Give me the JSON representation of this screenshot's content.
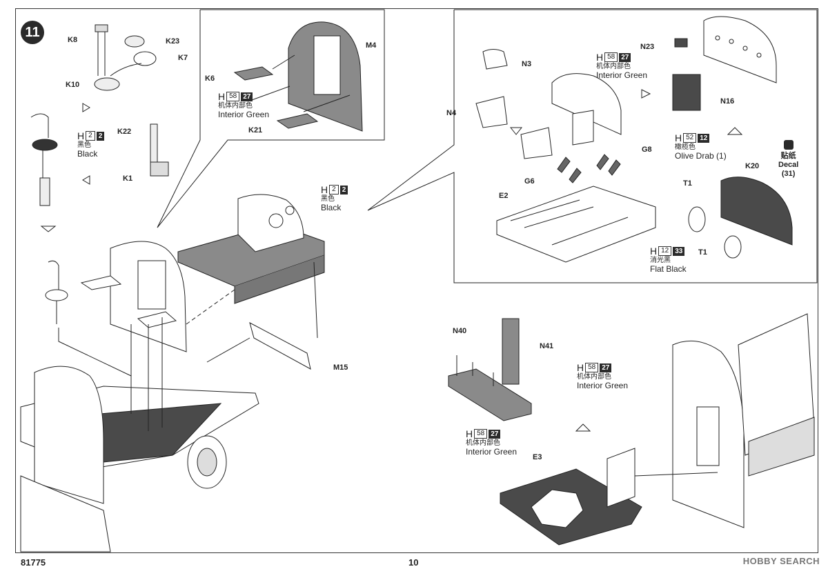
{
  "step_number": "11",
  "footer": {
    "code": "81775",
    "page": "10"
  },
  "watermark": "HOBBY SEARCH",
  "labels": {
    "K8": "K8",
    "K23": "K23",
    "K7": "K7",
    "K10": "K10",
    "K22": "K22",
    "K1": "K1",
    "K6": "K6",
    "M4": "M4",
    "K21": "K21",
    "M15": "M15",
    "N3": "N3",
    "N4": "N4",
    "N23": "N23",
    "N16": "N16",
    "G8": "G8",
    "G6": "G6",
    "E2": "E2",
    "T1a": "T1",
    "T1b": "T1",
    "K20": "K20",
    "N40": "N40",
    "N41": "N41",
    "E3": "E3"
  },
  "paints": {
    "black1": {
      "h": "H",
      "code": "2",
      "num": "2",
      "cn": "黑色",
      "en": "Black"
    },
    "black2": {
      "h": "H",
      "code": "2",
      "num": "2",
      "cn": "黑色",
      "en": "Black"
    },
    "green_top": {
      "h": "H",
      "code": "58",
      "num": "27",
      "cn": "机体内部色",
      "en": "Interior Green"
    },
    "green_right": {
      "h": "H",
      "code": "58",
      "num": "27",
      "cn": "机体内部色",
      "en": "Interior Green"
    },
    "olive": {
      "h": "H",
      "code": "52",
      "num": "12",
      "cn": "橄榄色",
      "en": "Olive Drab (1)"
    },
    "flat_black": {
      "h": "H",
      "code": "12",
      "num": "33",
      "cn": "消光黑",
      "en": "Flat Black"
    },
    "green_n41": {
      "h": "H",
      "code": "58",
      "num": "27",
      "cn": "机体内部色",
      "en": "Interior Green"
    },
    "green_e3": {
      "h": "H",
      "code": "58",
      "num": "27",
      "cn": "机体内部色",
      "en": "Interior Green"
    }
  },
  "decal": {
    "cn": "贴纸",
    "en": "Decal",
    "num": "(31)"
  },
  "colors": {
    "ink": "#222222",
    "part_fill": "#8a8a8a",
    "part_dark": "#4a4a4a",
    "paper": "#ffffff"
  }
}
